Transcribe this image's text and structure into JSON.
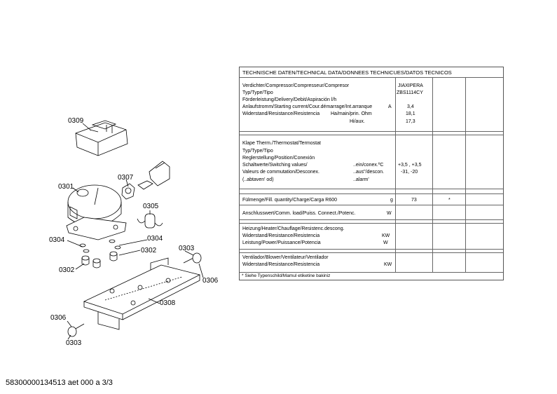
{
  "callouts": {
    "c0309": "0309",
    "c0301": "0301",
    "c0307": "0307",
    "c0305": "0305",
    "c0304a": "0304",
    "c0304b": "0304",
    "c0302a": "0302",
    "c0302b": "0302",
    "c0303a": "0303",
    "c0306a": "0306",
    "c0308": "0308",
    "c0306b": "0306",
    "c0303b": "0303"
  },
  "table": {
    "title": "TECHNISCHE DATEN/TECHNICAL DATA/DONNEES TECHNICUES/DATOS TECNICOS",
    "compressor": {
      "l1": "Verdichter/Compressor/Compresseur/Compresor",
      "l2": "Typ/Type/Tipo",
      "l3": "Förderleistung/Delivery/Debit/Aspiración l/h",
      "l4": "Anlaufstromm/Starting current/Cour.démarrage/Int.arranque",
      "l4u": "A",
      "l5": "Widerstand/Resistance/Resistencia",
      "l5b": "Ha/main/prin. Ohm",
      "l6": "Hi/aux.",
      "v1": "JIAXIPERA",
      "v2": "ZBS1114CY",
      "v3": "3,4",
      "v4": "18,1",
      "v5": "17,3"
    },
    "thermostat": {
      "l1": "Klape Therm./Thermostat/Termostat",
      "l2": "Typ/Type/Tipo",
      "l3": "Reglerstellung/Position/Conexión",
      "l4": "Schaltwerte/Switching values/",
      "l4b": "..ein/conex.ºC",
      "l5": "Valeurs de commutation/Desconex.",
      "l5b": "..aus\"/descon.",
      "l6": "(..abtaven' od)",
      "l6b": "..alarm'",
      "v1": "+3,5 ,  +3,5",
      "v2": "-31,  -20"
    },
    "charge": {
      "label": "Fülmenge/Fill. quantity/Charge/Carga   R600",
      "unit": "g",
      "value": "73",
      "mark": "*"
    },
    "connect": {
      "label": "Anschlusswert/Comm. load/Puiss. Connect./Potenc.",
      "unit": "W"
    },
    "heater": {
      "l1": "Heizung/Heater/Chauflage/Resistenc.descong.",
      "l2": "Widerstand/Resistance/Resistencia",
      "l2u": "KW",
      "l3": "Leistung/Power/Puissance/Potencia",
      "l3u": "W"
    },
    "fan": {
      "l1": "Ventilador/Blower/Ventilateur/Ventilador",
      "l2": "Widerstand/Resistance/Resistencia",
      "l2u": "KW"
    },
    "footnote": "* Siehe Typenschild/Mamul etiketine bakiniz"
  },
  "footer": "58300000134513 aet 000 a 3/3"
}
